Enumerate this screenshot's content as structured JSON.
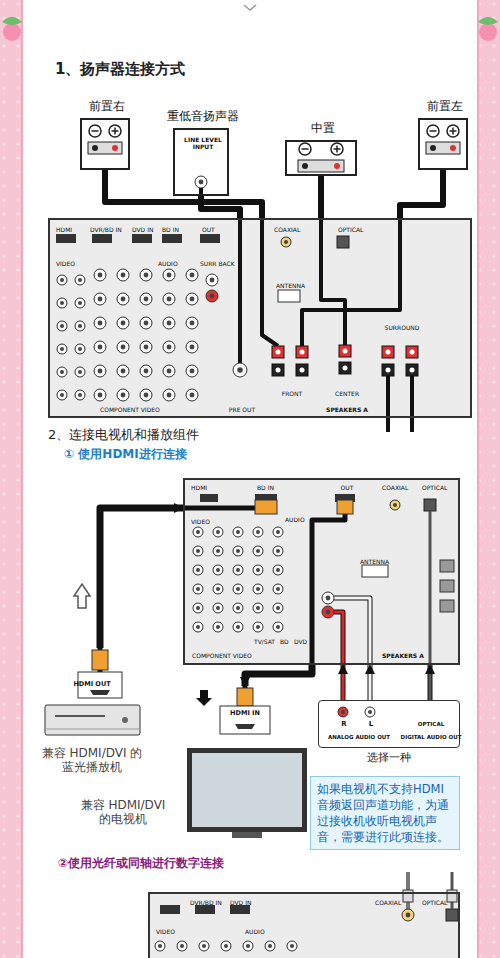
{
  "diagram": {
    "nodes": [
      {
        "text": [
          "前置右"
        ]
      },
      {
        "text": [
          "重低音扬声器",
          "LINE LEVEL INPUT"
        ]
      },
      {
        "text": [
          "中置"
        ]
      },
      {
        "text": [
          "前置左"
        ]
      },
      {
        "text": [
          "HDMI",
          "DVR/BD IN",
          "DVD IN",
          "BD IN",
          "OUT",
          "COAXIAL",
          "OPTICAL",
          "VIDEO",
          "AUDIO",
          "SURR BACK",
          "ANTENNA",
          "FRONT",
          "CENTER",
          "SURROUND",
          "PRE OUT",
          "SPEAKERS A",
          "COMPONENT VIDEO"
        ]
      },
      {
        "text": [
          "HDMI",
          "BD IN",
          "OUT",
          "COAXIAL",
          "OPTICAL",
          "VIDEO",
          "AUDIO",
          "ANTENNA",
          "COMPONENT VIDEO",
          "TV/SAT",
          "BD",
          "DVD",
          "SPEAKERS A"
        ]
      },
      {
        "text": [
          "HDMI OUT",
          "兼容 HDMI/DVI 的蓝光播放机"
        ]
      },
      {
        "text": [
          "HDMI IN",
          "兼容 HDMI/DVI 的电视机"
        ]
      },
      {
        "text": [
          "R",
          "L",
          "ANALOG AUDIO OUT",
          "OPTICAL",
          "DIGITAL AUDIO OUT"
        ]
      },
      {
        "text": [
          "如果电视机不支持HDMI音频返回声道功能，为通过接收机收听电视机声音，需要进行此项连接。"
        ]
      },
      {
        "text": [
          "DVR/BD IN",
          "DVD IN",
          "COAXIAL",
          "OPTICAL",
          "VIDEO",
          "AUDIO"
        ]
      }
    ],
    "edges": [
      {
        "from": 0,
        "to": 4,
        "arrow": "none"
      },
      {
        "from": 1,
        "to": 4,
        "arrow": "none"
      },
      {
        "from": 2,
        "to": 4,
        "arrow": "none"
      },
      {
        "from": 3,
        "to": 4,
        "arrow": "none"
      },
      {
        "from": 6,
        "to": 5,
        "arrow": "to"
      },
      {
        "from": 5,
        "to": 7,
        "arrow": "to"
      },
      {
        "from": 8,
        "to": 5,
        "arrow": "to"
      },
      {
        "from": 8,
        "to": 5,
        "arrow": "to"
      },
      {
        "from": 8,
        "to": 5,
        "arrow": "to"
      }
    ],
    "labels": [
      "1、扬声器连接方式",
      "2、连接电视机和播放组件",
      "① 使用HDMI进行连接",
      "选择一种",
      "②使用光纤或同轴进行数字连接"
    ]
  }
}
